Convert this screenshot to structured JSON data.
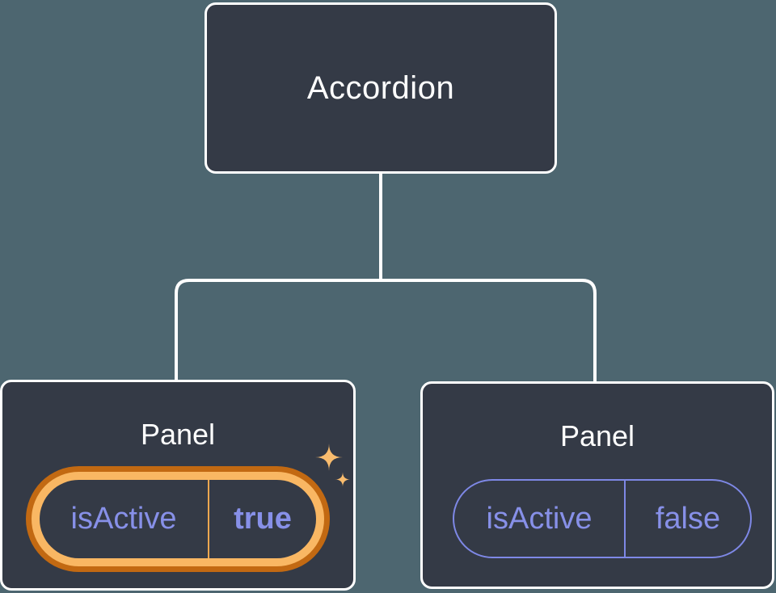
{
  "colors": {
    "background": "#4d6670",
    "nodeFill": "#343a46",
    "nodeBorder": "#ffffff",
    "connector": "#ffffff",
    "titleText": "#ffffff",
    "stateText": "#8790e8",
    "pillBorder": "#7e88e6",
    "highlightOuter": "#c26912",
    "highlightInner": "#f9b763",
    "highlightDivider": "#eda74f",
    "sparkle": "#f9bc6e"
  },
  "diagram": {
    "root": {
      "label": "Accordion"
    },
    "children": [
      {
        "label": "Panel",
        "state_key": "isActive",
        "state_value": "true",
        "highlighted": true
      },
      {
        "label": "Panel",
        "state_key": "isActive",
        "state_value": "false",
        "highlighted": false
      }
    ]
  },
  "icons": {
    "sparkles": {
      "name": "sparkles-icon",
      "glyph": "✦"
    }
  }
}
